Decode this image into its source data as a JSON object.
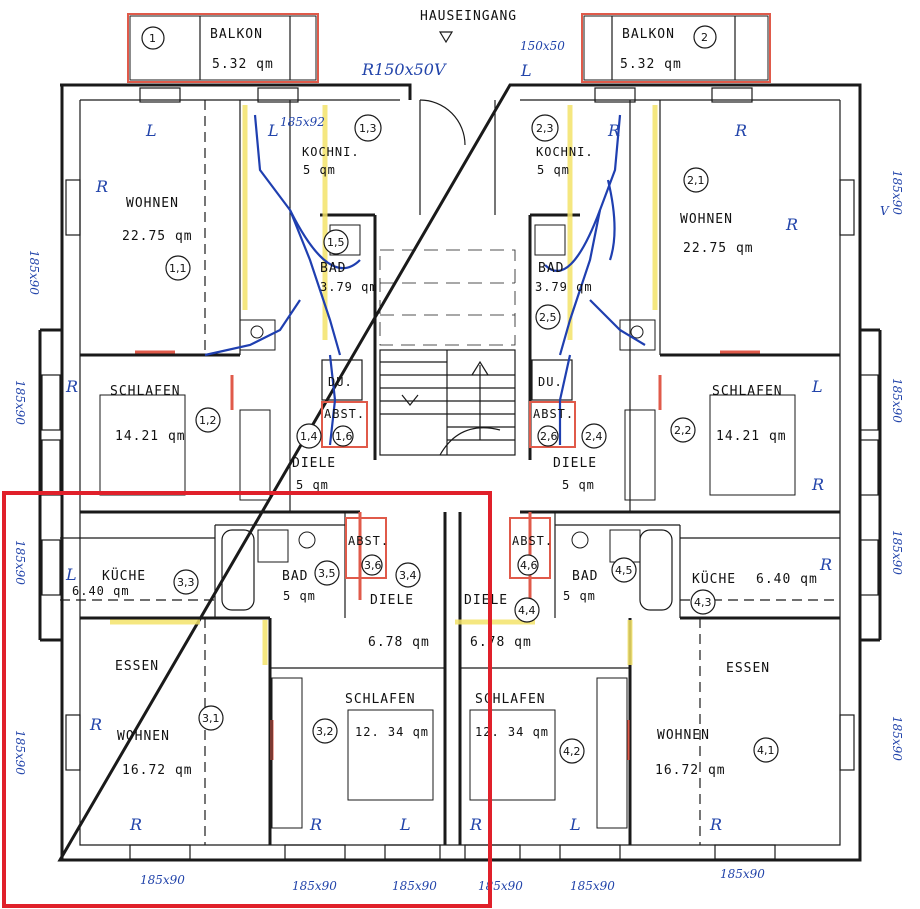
{
  "header": {
    "entrance": "HAUSEINGANG",
    "note_top": "R150x50V"
  },
  "balconies": [
    {
      "label": "BALKON",
      "number": "1",
      "area": "5.32 qm"
    },
    {
      "label": "BALKON",
      "number": "2",
      "area": "5.32 qm"
    }
  ],
  "rooms": [
    {
      "id": "wohnen-1",
      "name": "WOHNEN",
      "area": "22.75 qm",
      "number": "1,1"
    },
    {
      "id": "kochni-1",
      "name": "KOCHNI.",
      "area": "5 qm",
      "number": "1,3"
    },
    {
      "id": "bad-1",
      "name": "BAD",
      "area": "3.79 qm",
      "number": "1,5"
    },
    {
      "id": "du-1",
      "name": "DU."
    },
    {
      "id": "abst-1",
      "name": "ABST.",
      "number": "1,6"
    },
    {
      "id": "schlafen-1",
      "name": "SCHLAFEN",
      "area": "14.21 qm",
      "number": "1,2"
    },
    {
      "id": "diele-1",
      "name": "DIELE",
      "area": "5 qm",
      "number": "1,4"
    },
    {
      "id": "kochni-2",
      "name": "KOCHNI.",
      "area": "5 qm",
      "number": "2,3"
    },
    {
      "id": "wohnen-2",
      "name": "WOHNEN",
      "area": "22.75 qm",
      "number": "2,1"
    },
    {
      "id": "bad-2",
      "name": "BAD",
      "area": "3.79 qm",
      "number": "2,5"
    },
    {
      "id": "du-2",
      "name": "DU."
    },
    {
      "id": "abst-2",
      "name": "ABST.",
      "number": "2,6"
    },
    {
      "id": "schlafen-2",
      "name": "SCHLAFEN",
      "area": "14.21 qm",
      "number": "2,2"
    },
    {
      "id": "diele-2",
      "name": "DIELE",
      "area": "5 qm",
      "number": "2,4"
    },
    {
      "id": "kueche-3",
      "name": "KÜCHE",
      "area": "6.40 qm",
      "number": "3,3"
    },
    {
      "id": "bad-3",
      "name": "BAD",
      "area": "5 qm",
      "number": "3,5"
    },
    {
      "id": "abst-3",
      "name": "ABST.",
      "number": "3,6"
    },
    {
      "id": "diele-3",
      "name": "DIELE",
      "area": "6.78 qm",
      "number": "3,4"
    },
    {
      "id": "essen-3",
      "name": "ESSEN"
    },
    {
      "id": "wohnen-3",
      "name": "WOHNEN",
      "area": "16.72 qm",
      "number": "3,1"
    },
    {
      "id": "schlafen-3",
      "name": "SCHLAFEN",
      "area": "12. 34 qm",
      "number": "3,2"
    },
    {
      "id": "diele-4",
      "name": "DIELE",
      "area": "6.78 qm",
      "number": "4,4"
    },
    {
      "id": "abst-4",
      "name": "ABST.",
      "number": "4,6"
    },
    {
      "id": "bad-4",
      "name": "BAD",
      "area": "5 qm",
      "number": "4,5"
    },
    {
      "id": "kueche-4",
      "name": "KÜCHE",
      "area": "6.40 qm",
      "number": "4,3"
    },
    {
      "id": "essen-4",
      "name": "ESSEN"
    },
    {
      "id": "schlafen-4",
      "name": "SCHLAFEN",
      "area": "12. 34 qm",
      "number": "4,2"
    },
    {
      "id": "wohnen-4",
      "name": "WOHNEN",
      "area": "16.72 qm",
      "number": "4,1"
    }
  ],
  "notes": {
    "win_185x90": "185x90",
    "win_150x50": "150x50",
    "win_185x92": "185x92",
    "mark_r": "R",
    "mark_l": "L",
    "mark_v": "V"
  },
  "highlight": {
    "color": "#e0202a"
  }
}
